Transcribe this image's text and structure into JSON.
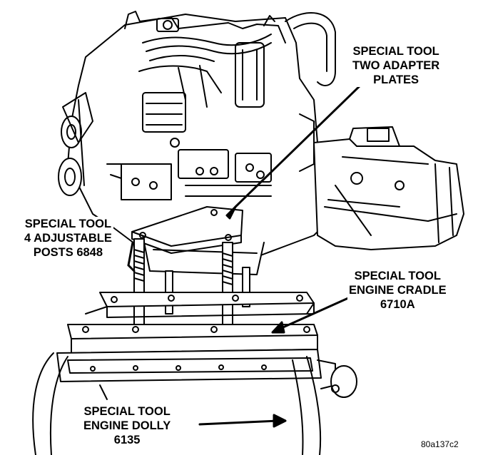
{
  "labels": {
    "adapter_plates": [
      "SPECIAL TOOL",
      "TWO ADAPTER",
      "PLATES"
    ],
    "adjustable_posts": [
      "SPECIAL TOOL",
      "4 ADJUSTABLE",
      "POSTS 6848"
    ],
    "engine_cradle": [
      "SPECIAL TOOL",
      "ENGINE CRADLE",
      "6710A"
    ],
    "engine_dolly": [
      "SPECIAL TOOL",
      "ENGINE DOLLY",
      "6135"
    ]
  },
  "figure_id": "80a137c2"
}
